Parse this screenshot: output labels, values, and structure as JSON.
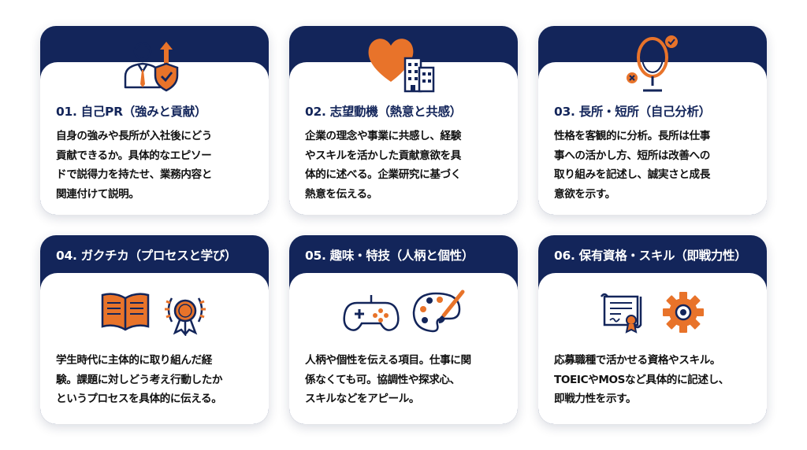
{
  "cards": [
    {
      "title": "01. 自己PR（強みと貢献）",
      "lines": [
        "自身の強みや長所が入社後にどう",
        "貢献できるか。具体的なエピソー",
        "ドで説得力を持たせ、業務内容と",
        "関連付けて説明。"
      ],
      "icons": [
        "person-icon",
        "arrow-up-icon",
        "shield-check-icon"
      ]
    },
    {
      "title": "02. 志望動機（熱意と共感）",
      "lines": [
        "企業の理念や事業に共感し、経験",
        "やスキルを活かした貢献意欲を具",
        "体的に述べる。企業研究に基づく",
        "熱意を伝える。"
      ],
      "icons": [
        "heart-icon",
        "building-icon"
      ]
    },
    {
      "title": "03. 長所・短所（自己分析）",
      "lines": [
        "性格を客観的に分析。長所は仕事",
        "事への活かし方、短所は改善への",
        "取り組みを記述し、誠実さと成長",
        "意欲を示す。"
      ],
      "icons": [
        "mirror-icon"
      ]
    },
    {
      "title": "04. ガクチカ（プロセスと学び）",
      "lines": [
        "学生時代に主体的に取り組んだ経",
        "験。課題に対しどう考え行動したか",
        "というプロセスを具体的に伝える。"
      ],
      "icons": [
        "open-book-icon",
        "medal-icon"
      ]
    },
    {
      "title": "05. 趣味・特技（人柄と個性）",
      "lines": [
        "人柄や個性を伝える項目。仕事に関",
        "係なくても可。協調性や探求心、",
        "スキルなどをアピール。"
      ],
      "icons": [
        "gamepad-icon",
        "palette-icon"
      ]
    },
    {
      "title": "06. 保有資格・スキル（即戦力性）",
      "lines": [
        "応募職種で活かせる資格やスキル。",
        "TOEICやMOSなど具体的に記述し、",
        "即戦力性を示す。"
      ],
      "icons": [
        "certificate-icon",
        "gear-icon"
      ]
    }
  ],
  "colors": {
    "navy": "#13255a",
    "orange": "#e8732a",
    "text": "#111111"
  }
}
